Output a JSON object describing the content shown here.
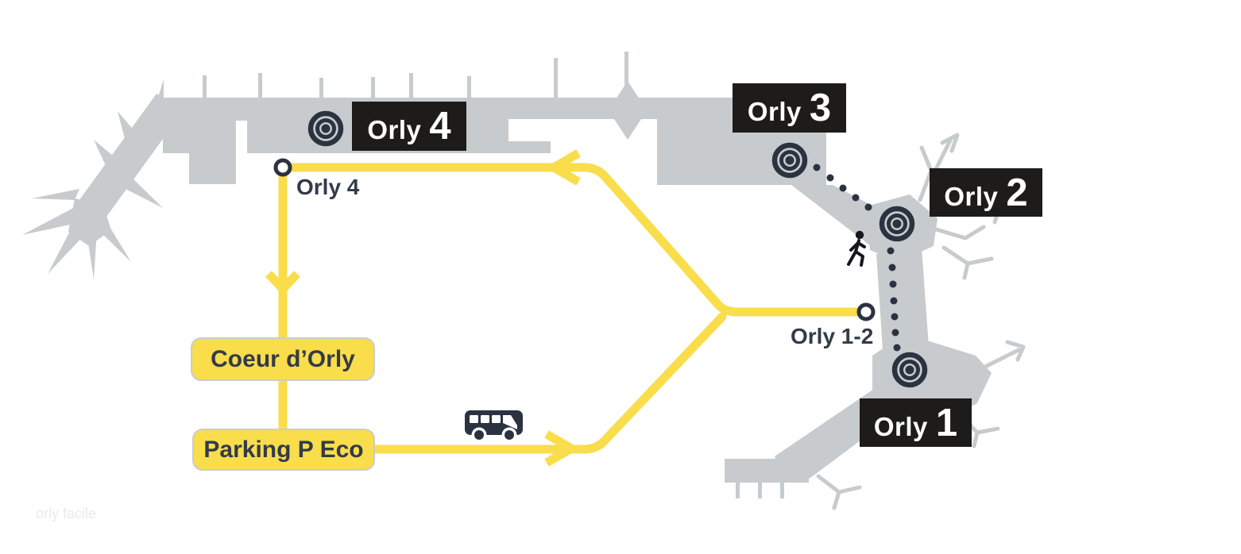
{
  "watermark": "orly facile",
  "terminal_labels": [
    {
      "name": "Orly",
      "number": "4"
    },
    {
      "name": "Orly",
      "number": "3"
    },
    {
      "name": "Orly",
      "number": "2"
    },
    {
      "name": "Orly",
      "number": "1"
    }
  ],
  "shuttle_stops": [
    {
      "label": "Orly 4"
    },
    {
      "label": "Orly 1-2"
    }
  ],
  "route_boxes": [
    {
      "label": "Coeur d’Orly"
    },
    {
      "label": "Parking P Eco"
    }
  ],
  "icons": {
    "terminal_marker": "target-icon",
    "bus": "shuttle-bus-icon",
    "walker": "pedestrian-icon",
    "stop": "stop-circle-icon"
  },
  "colors": {
    "route_yellow": "#F9DD4B",
    "terminal_gray": "#C7CBCE",
    "marker_navy": "#2B3240",
    "label_black": "#1D1C1A",
    "stop_text": "#333B49",
    "watermark_gray": "#E9EAEB"
  }
}
